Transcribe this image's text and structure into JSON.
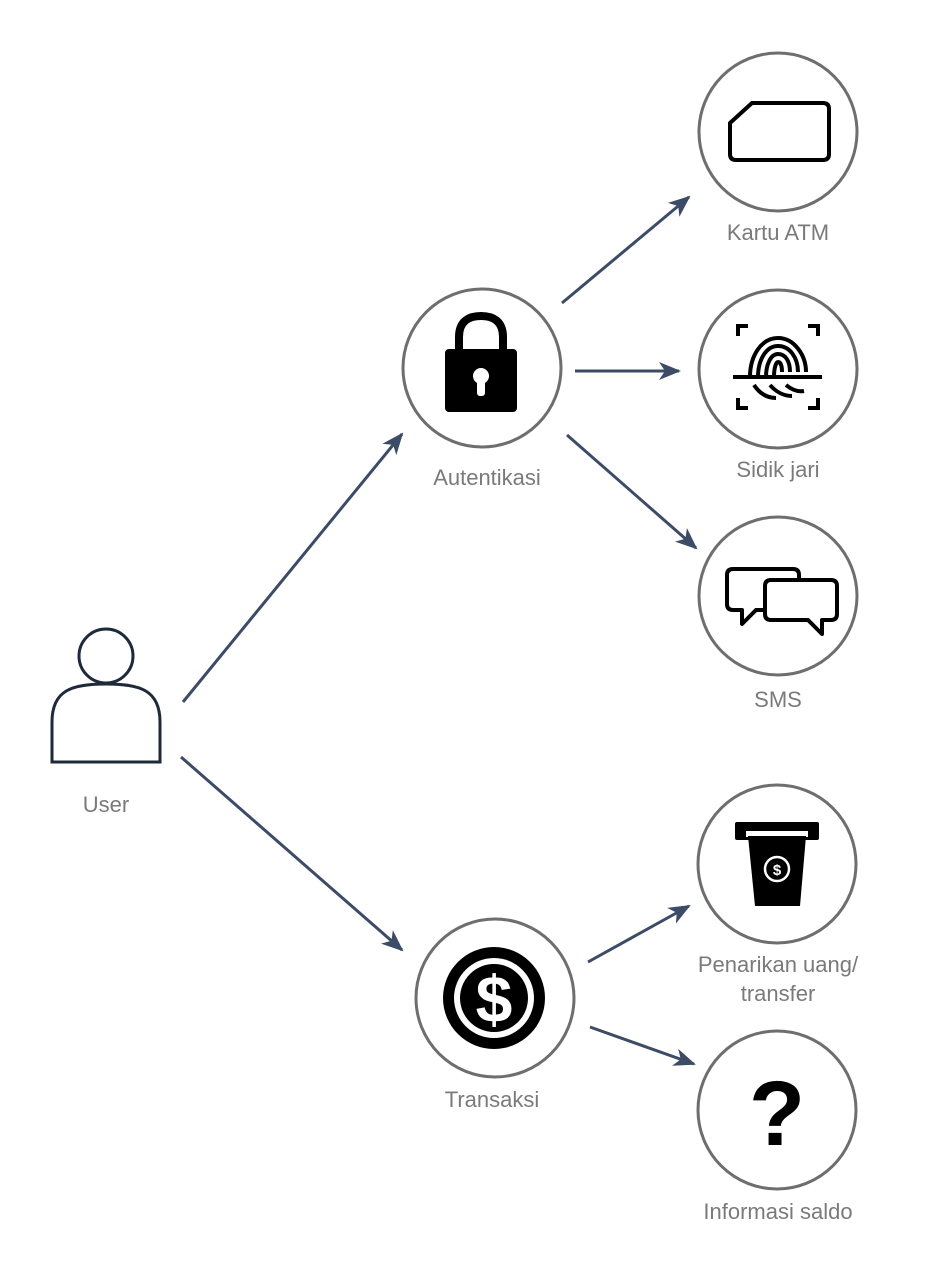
{
  "colors": {
    "edge": "#3c4b66",
    "node_border": "#6e6e6e",
    "icon": "#000000",
    "label": "#7a7a7a",
    "user_icon": "#1e2a3a"
  },
  "nodes": {
    "user": {
      "label": "User",
      "icon": "user-icon"
    },
    "autentikasi": {
      "label": "Autentikasi",
      "icon": "padlock-icon"
    },
    "transaksi": {
      "label": "Transaksi",
      "icon": "dollar-icon"
    },
    "kartu_atm": {
      "label": "Kartu ATM",
      "icon": "card-icon"
    },
    "sidik_jari": {
      "label": "Sidik jari",
      "icon": "fingerprint-icon"
    },
    "sms": {
      "label": "SMS",
      "icon": "chat-bubbles-icon"
    },
    "penarikan": {
      "label_line1": "Penarikan uang/",
      "label_line2": "transfer",
      "icon": "atm-withdrawal-icon"
    },
    "informasi": {
      "label": "Informasi saldo",
      "icon": "question-icon"
    }
  },
  "edges": [
    {
      "from": "user",
      "to": "autentikasi"
    },
    {
      "from": "user",
      "to": "transaksi"
    },
    {
      "from": "autentikasi",
      "to": "kartu_atm"
    },
    {
      "from": "autentikasi",
      "to": "sidik_jari"
    },
    {
      "from": "autentikasi",
      "to": "sms"
    },
    {
      "from": "transaksi",
      "to": "penarikan"
    },
    {
      "from": "transaksi",
      "to": "informasi"
    }
  ]
}
